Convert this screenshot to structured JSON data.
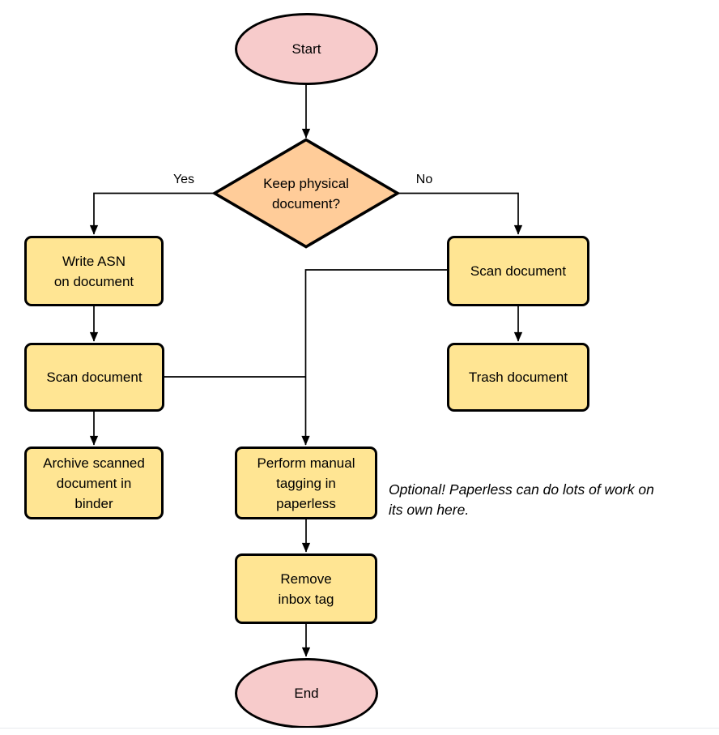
{
  "colors": {
    "terminator_fill": "#F7CBCB",
    "decision_fill": "#FFCC99",
    "process_fill": "#FFE593",
    "edge_stroke": "#000000"
  },
  "flowchart": {
    "start": "Start",
    "decision": "Keep physical\ndocument?",
    "branch_yes": "Yes",
    "branch_no": "No",
    "write_asn": "Write ASN\non document",
    "scan_left": "Scan document",
    "archive": "Archive scanned\ndocument in\nbinder",
    "scan_right": "Scan document",
    "trash": "Trash document",
    "tagging": "Perform manual\ntagging in\npaperless",
    "remove_inbox": "Remove\ninbox tag",
    "end": "End",
    "annotation": "Optional! Paperless can do lots of work on\nits own here."
  }
}
